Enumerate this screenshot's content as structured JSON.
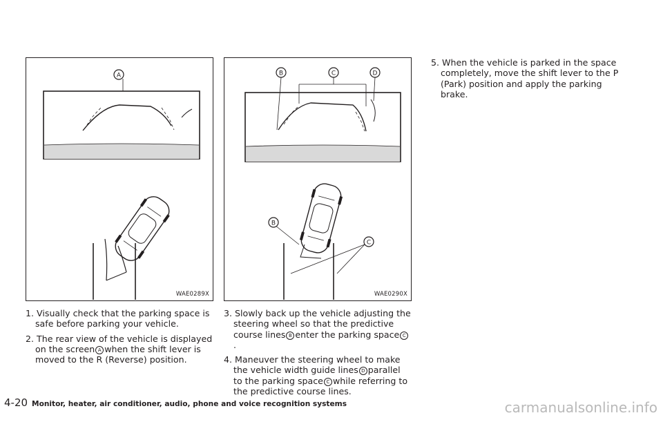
{
  "figures": {
    "fig1": {
      "code": "WAE0289X",
      "callouts": [
        "A"
      ]
    },
    "fig2": {
      "code": "WAE0290X",
      "callouts": [
        "B",
        "C",
        "D",
        "B",
        "C"
      ]
    }
  },
  "steps": [
    {
      "num": "1.",
      "text": "Visually check that the parking space is safe before parking your vehicle."
    },
    {
      "num": "2.",
      "text_before": "The rear view of the vehicle is displayed on the screen",
      "ref1": "A",
      "text_after": "when the shift lever is moved to the R (Reverse) position."
    },
    {
      "num": "3.",
      "text_before": "Slowly back up the vehicle adjusting the steering wheel so that the predictive course lines",
      "ref1": "B",
      "text_mid": "enter the parking space",
      "ref2": "C",
      "text_after": "."
    },
    {
      "num": "4.",
      "text_before": "Maneuver the steering wheel to make the vehicle width guide lines",
      "ref1": "D",
      "text_mid": "parallel to the parking space",
      "ref2": "C",
      "text_after": "while referring to the predictive course lines."
    },
    {
      "num": "5.",
      "text": "When the vehicle is parked in the space completely, move the shift lever to the P (Park) position and apply the parking brake."
    }
  ],
  "footer": {
    "page_number": "4-20",
    "section_title": "Monitor, heater, air conditioner, audio, phone and voice recognition systems"
  },
  "watermark": "carmanualsonline.info"
}
